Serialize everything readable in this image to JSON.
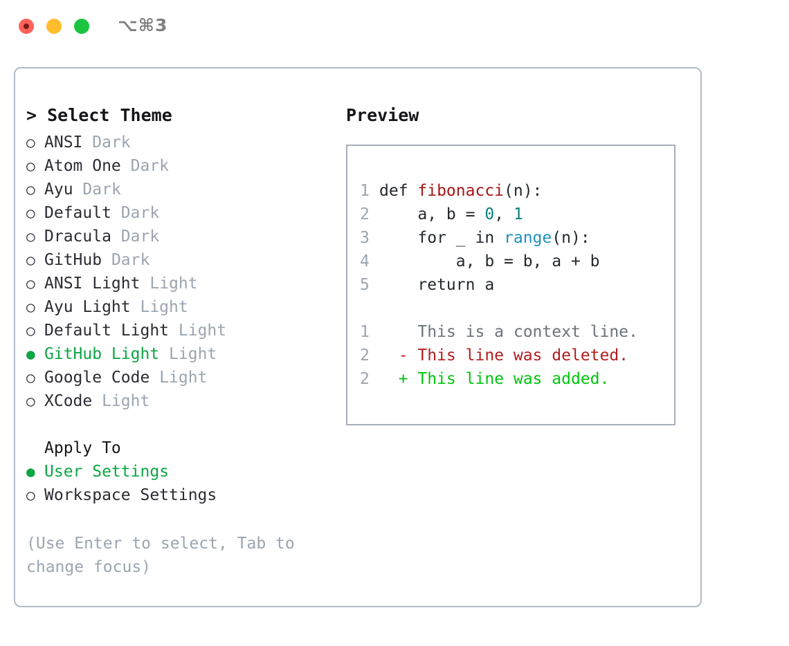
{
  "titlebar": {
    "shortcut": "⌥⌘3",
    "buttons": [
      {
        "name": "close",
        "color": "#ff6259"
      },
      {
        "name": "minimize",
        "color": "#ffbd2e"
      },
      {
        "name": "maximize",
        "color": "#1bc440"
      }
    ]
  },
  "theme_list": {
    "caret": ">",
    "header": "Select Theme",
    "bullet_empty": "○",
    "bullet_filled": "●",
    "items": [
      {
        "label": "ANSI",
        "tag": "Dark",
        "selected": false
      },
      {
        "label": "Atom One",
        "tag": "Dark",
        "selected": false
      },
      {
        "label": "Ayu",
        "tag": "Dark",
        "selected": false
      },
      {
        "label": "Default",
        "tag": "Dark",
        "selected": false
      },
      {
        "label": "Dracula",
        "tag": "Dark",
        "selected": false
      },
      {
        "label": "GitHub",
        "tag": "Dark",
        "selected": false
      },
      {
        "label": "ANSI Light",
        "tag": "Light",
        "selected": false
      },
      {
        "label": "Ayu Light",
        "tag": "Light",
        "selected": false
      },
      {
        "label": "Default Light",
        "tag": "Light",
        "selected": false
      },
      {
        "label": "GitHub Light",
        "tag": "Light",
        "selected": true
      },
      {
        "label": "Google Code",
        "tag": "Light",
        "selected": false
      },
      {
        "label": "XCode",
        "tag": "Light",
        "selected": false
      }
    ]
  },
  "apply_to": {
    "title": "Apply To",
    "options": [
      {
        "label": "User Settings",
        "selected": true
      },
      {
        "label": "Workspace Settings",
        "selected": false
      }
    ]
  },
  "hint": "(Use Enter to select, Tab to change focus)",
  "preview": {
    "title": "Preview",
    "code_lines": [
      {
        "num": "1",
        "parts": [
          {
            "t": "def ",
            "c": "plain"
          },
          {
            "t": "fibonacci",
            "c": "fn"
          },
          {
            "t": "(n):",
            "c": "plain"
          }
        ]
      },
      {
        "num": "2",
        "parts": [
          {
            "t": "    a, b = ",
            "c": "plain"
          },
          {
            "t": "0",
            "c": "num"
          },
          {
            "t": ", ",
            "c": "plain"
          },
          {
            "t": "1",
            "c": "num"
          }
        ]
      },
      {
        "num": "3",
        "parts": [
          {
            "t": "    for _ in ",
            "c": "plain"
          },
          {
            "t": "range",
            "c": "call"
          },
          {
            "t": "(n):",
            "c": "plain"
          }
        ]
      },
      {
        "num": "4",
        "parts": [
          {
            "t": "        a, b = b, a + b",
            "c": "plain"
          }
        ]
      },
      {
        "num": "5",
        "parts": [
          {
            "t": "    return a",
            "c": "plain"
          }
        ]
      }
    ],
    "diff_lines": [
      {
        "num": "1",
        "marker": " ",
        "text": " This is a context line.",
        "kind": "ctx"
      },
      {
        "num": "2",
        "marker": "-",
        "text": " This line was deleted.",
        "kind": "del"
      },
      {
        "num": "2",
        "marker": "+",
        "text": " This line was added.",
        "kind": "add"
      }
    ]
  },
  "colors": {
    "accent_green": "#0ca644",
    "muted": "#9aa5b1",
    "fn_red": "#a61717",
    "num_teal": "#0b8080",
    "call_blue": "#1e90c0",
    "diff_add": "#00c40f",
    "diff_del": "#b31d1d",
    "border": "#b2bac7"
  }
}
